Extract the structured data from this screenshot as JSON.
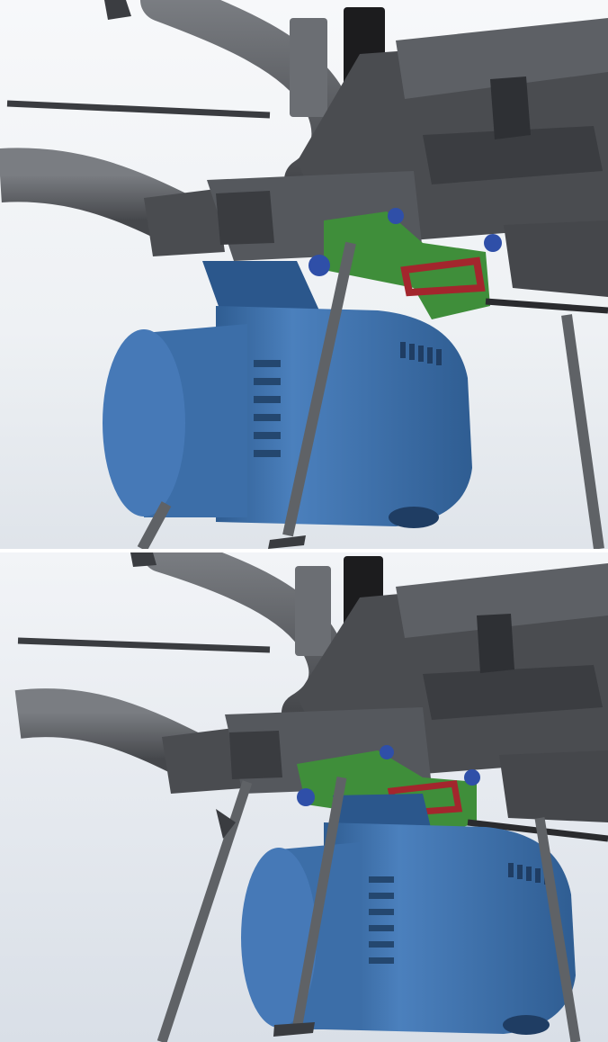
{
  "figure": {
    "panels": [
      {
        "id": "top",
        "subject": "drone-underside-camera-mounted-forward"
      },
      {
        "id": "bottom",
        "subject": "drone-underside-camera-mounted-rearward"
      }
    ]
  },
  "colors": {
    "background_top": "#f4f6f8",
    "background_bottom": "#dde3ea",
    "frame_dark": "#3b3d41",
    "frame_mid": "#55585d",
    "frame_light": "#73767b",
    "arm": "#606368",
    "camera_blue": "#3c6ea8",
    "camera_blue_dark": "#2b578c",
    "camera_blue_light": "#5a8cc6",
    "bracket_green": "#3f8e3a",
    "bracket_green_dark": "#2b6b2a",
    "clip_red": "#a3262d",
    "knob_blue": "#2f4fa8",
    "leg": "#5f6266",
    "cap_black": "#1c1c1e"
  }
}
